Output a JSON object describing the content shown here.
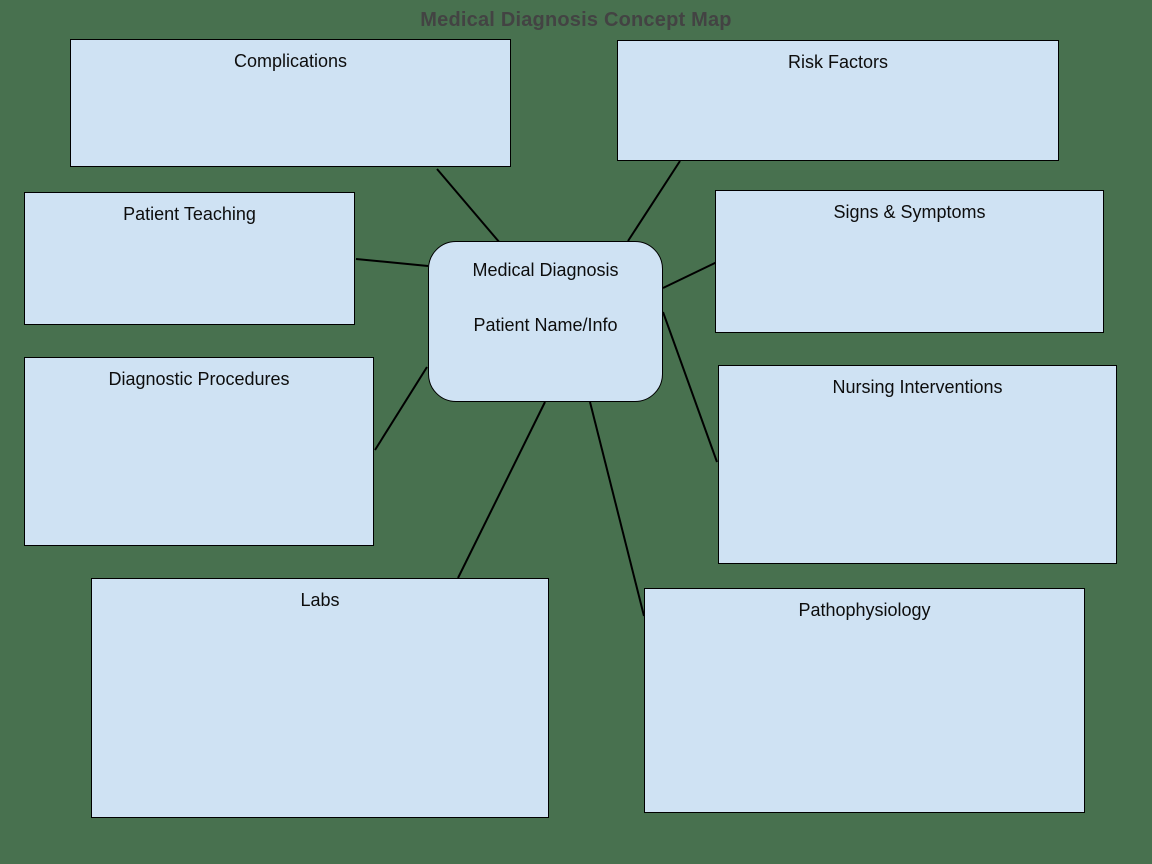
{
  "title": "Medical Diagnosis Concept Map",
  "center_node": {
    "line1": "Medical Diagnosis",
    "line2": "Patient Name/Info"
  },
  "boxes": [
    {
      "label": "Complications"
    },
    {
      "label": "Risk Factors"
    },
    {
      "label": "Patient Teaching"
    },
    {
      "label": "Signs & Symptoms"
    },
    {
      "label": "Diagnostic Procedures"
    },
    {
      "label": "Nursing Interventions"
    },
    {
      "label": "Labs"
    },
    {
      "label": "Pathophysiology"
    }
  ],
  "colors": {
    "background": "#48714F",
    "box_fill": "#CFE2F3",
    "box_border": "#000000",
    "connector": "#000000",
    "title_color": "#434343",
    "label_color": "#0D0D0D"
  }
}
